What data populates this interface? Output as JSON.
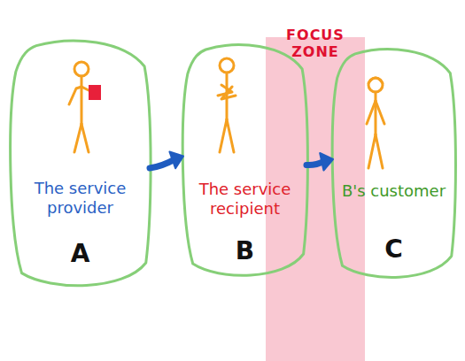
{
  "diagram": {
    "nodes": [
      {
        "text": [
          "The service provider",
          "A"
        ]
      },
      {
        "text": [
          "The service recipient",
          "B"
        ]
      },
      {
        "text": [
          "B's customer",
          "C"
        ]
      },
      {
        "text": [
          "FOCUS ZONE"
        ]
      }
    ],
    "edges": [
      {
        "from": 0,
        "to": 1,
        "arrow": "to"
      },
      {
        "from": 1,
        "to": 2,
        "arrow": "to"
      }
    ]
  }
}
